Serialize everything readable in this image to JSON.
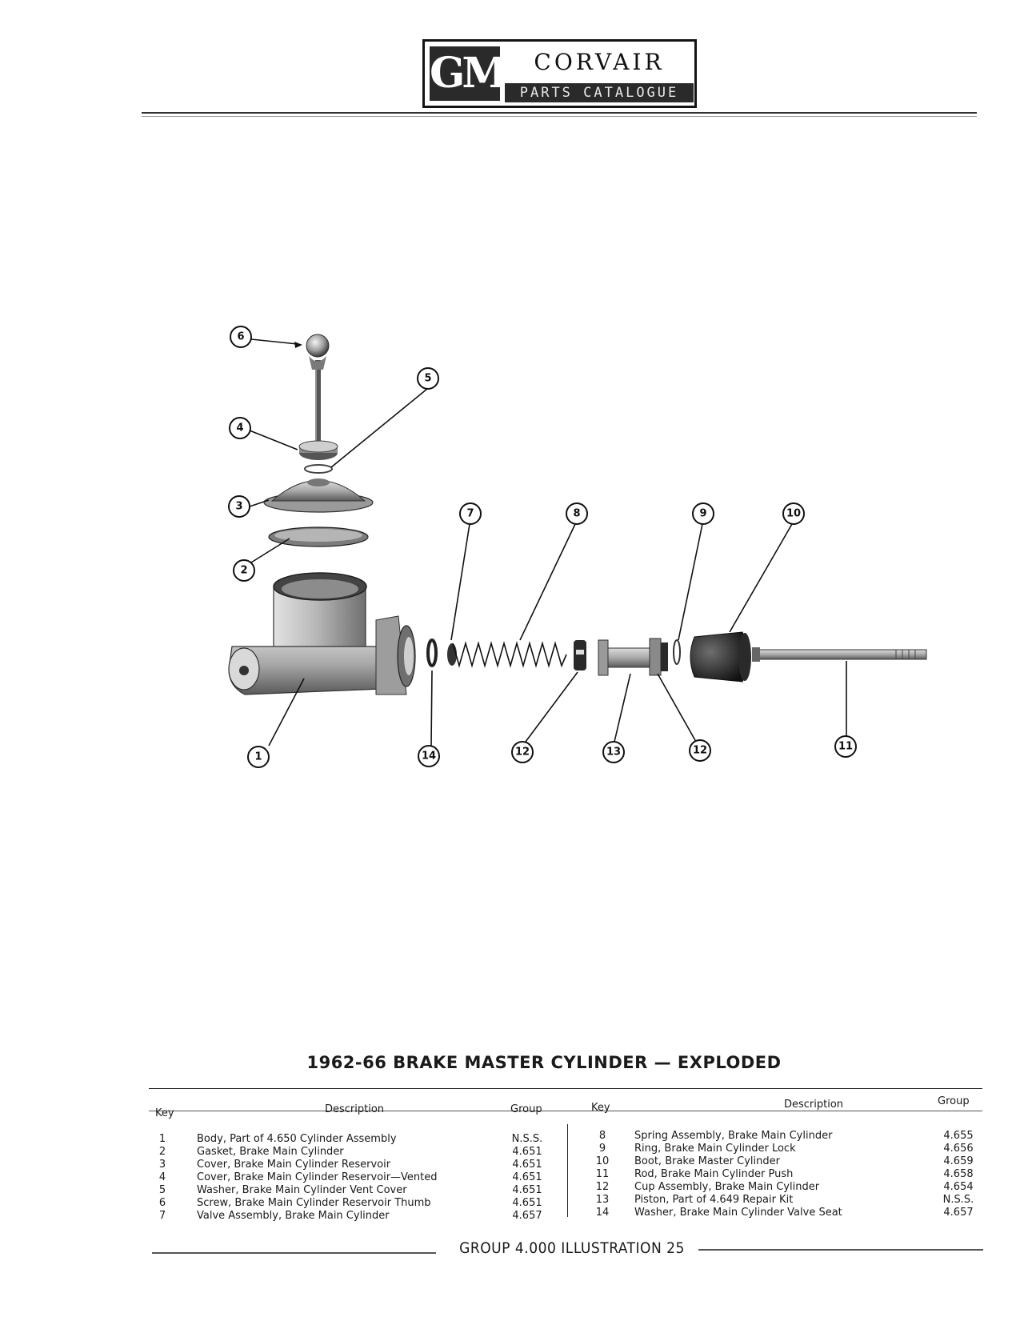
{
  "header": {
    "logo_text": "GM",
    "brand_title": "CORVAIR",
    "brand_subtitle": "PARTS CATALOGUE"
  },
  "illustration": {
    "callouts": [
      "1",
      "2",
      "3",
      "4",
      "5",
      "6",
      "7",
      "8",
      "9",
      "10",
      "11",
      "12",
      "13",
      "12",
      "14"
    ]
  },
  "caption": "1962-66 BRAKE MASTER CYLINDER — EXPLODED",
  "table": {
    "headers": {
      "key": "Key",
      "description": "Description",
      "group": "Group"
    },
    "left": [
      {
        "key": "1",
        "description": "Body, Part of 4.650 Cylinder Assembly",
        "group": "N.S.S."
      },
      {
        "key": "2",
        "description": "Gasket, Brake Main Cylinder",
        "group": "4.651"
      },
      {
        "key": "3",
        "description": "Cover, Brake Main Cylinder Reservoir",
        "group": "4.651"
      },
      {
        "key": "4",
        "description": "Cover, Brake Main Cylinder Reservoir—Vented",
        "group": "4.651"
      },
      {
        "key": "5",
        "description": "Washer, Brake Main Cylinder Vent Cover",
        "group": "4.651"
      },
      {
        "key": "6",
        "description": "Screw, Brake Main Cylinder Reservoir Thumb",
        "group": "4.651"
      },
      {
        "key": "7",
        "description": "Valve Assembly, Brake Main Cylinder",
        "group": "4.657"
      }
    ],
    "right": [
      {
        "key": "8",
        "description": "Spring Assembly, Brake Main Cylinder",
        "group": "4.655"
      },
      {
        "key": "9",
        "description": "Ring, Brake Main Cylinder Lock",
        "group": "4.656"
      },
      {
        "key": "10",
        "description": "Boot, Brake Master Cylinder",
        "group": "4.659"
      },
      {
        "key": "11",
        "description": "Rod, Brake Main Cylinder Push",
        "group": "4.658"
      },
      {
        "key": "12",
        "description": "Cup Assembly, Brake Main Cylinder",
        "group": "4.654"
      },
      {
        "key": "13",
        "description": "Piston, Part of 4.649 Repair Kit",
        "group": "N.S.S."
      },
      {
        "key": "14",
        "description": "Washer, Brake Main Cylinder Valve Seat",
        "group": "4.657"
      }
    ]
  },
  "footer": "GROUP 4.000 ILLUSTRATION 25"
}
